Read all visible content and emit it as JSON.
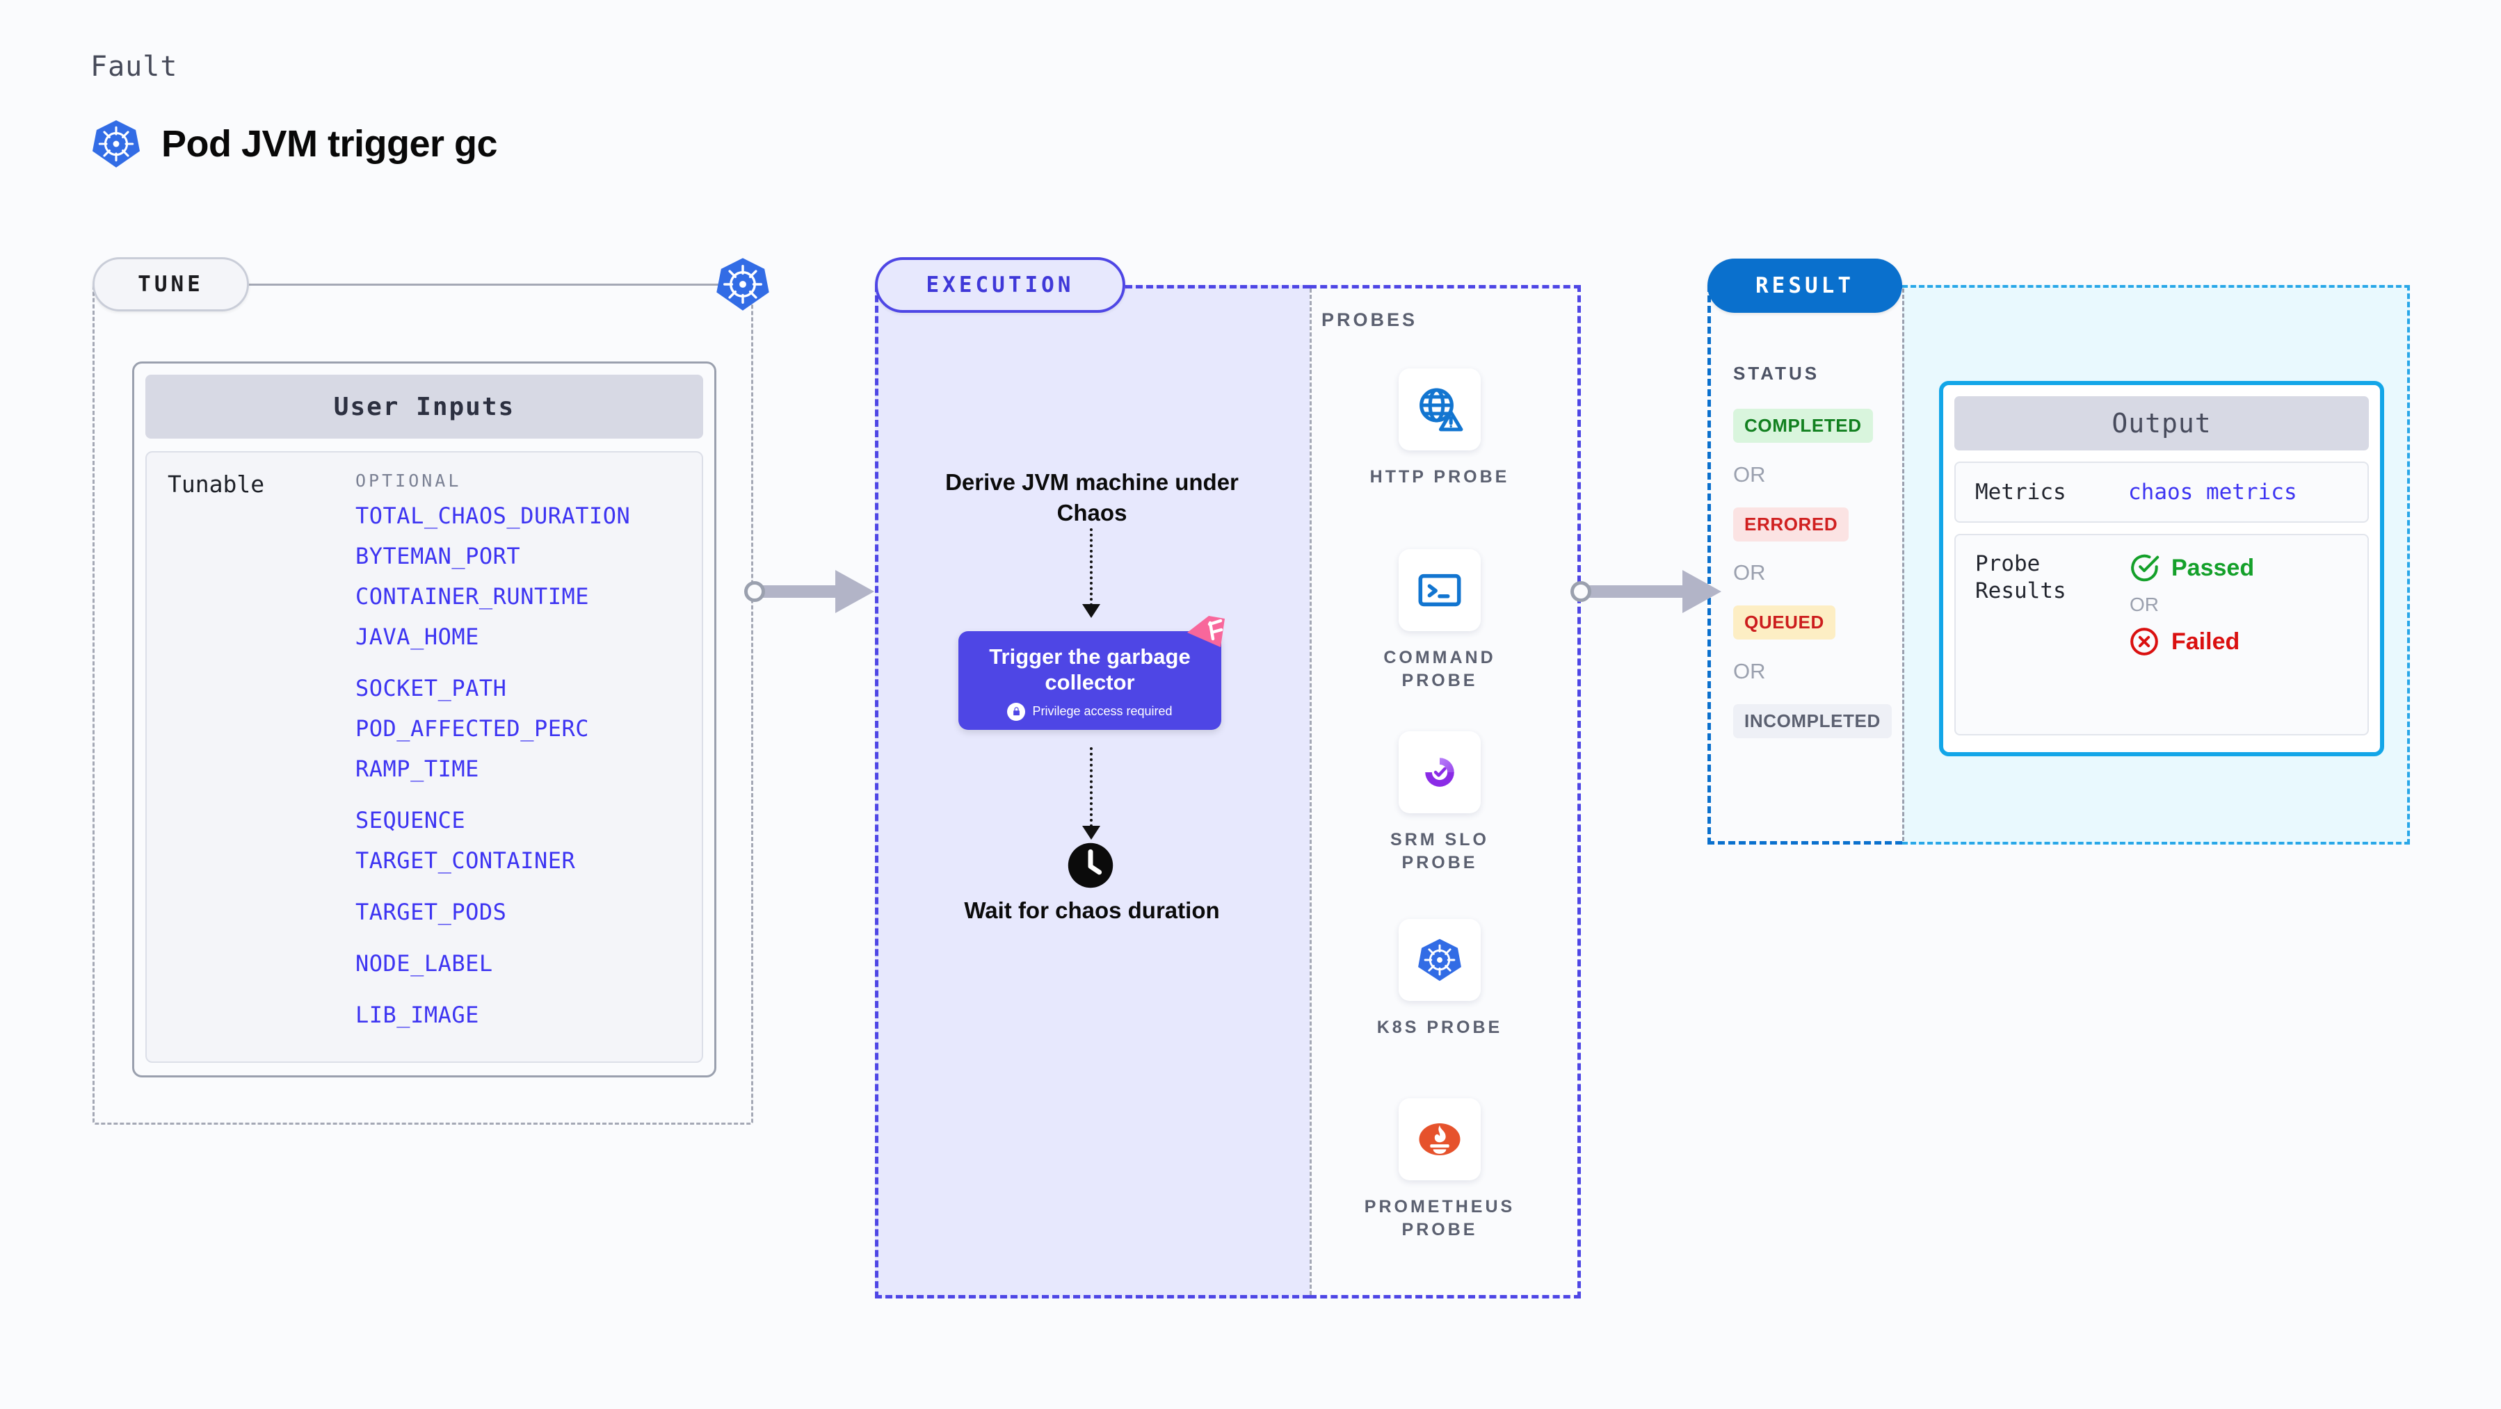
{
  "header": {
    "eyebrow": "Fault",
    "title": "Pod JVM trigger gc",
    "icon": "kubernetes-icon"
  },
  "tune": {
    "pill_label": "TUNE",
    "badge_icon": "kubernetes-icon",
    "card_title": "User Inputs",
    "row_label": "Tunable",
    "group_label": "OPTIONAL",
    "tunables": [
      "TOTAL_CHAOS_DURATION",
      "BYTEMAN_PORT",
      "CONTAINER_RUNTIME",
      "JAVA_HOME",
      "SOCKET_PATH",
      "POD_AFFECTED_PERC",
      "RAMP_TIME",
      "SEQUENCE",
      "TARGET_CONTAINER",
      "TARGET_PODS",
      "NODE_LABEL",
      "LIB_IMAGE"
    ]
  },
  "execution": {
    "pill_label": "EXECUTION",
    "step_1": "Derive JVM machine under Chaos",
    "action_card": {
      "title": "Trigger the garbage collector",
      "note": "Privilege access required",
      "note_icon": "lock-icon",
      "corner_icon": "litmus-logo-icon",
      "color": "#4e46e5"
    },
    "step_2": "Wait for chaos duration",
    "step_2_icon": "clock-icon"
  },
  "probes": {
    "title": "PROBES",
    "items": [
      {
        "name": "HTTP PROBE",
        "icon": "globe-alert-icon"
      },
      {
        "name": "COMMAND PROBE",
        "icon": "terminal-icon"
      },
      {
        "name": "SRM SLO PROBE",
        "icon": "srm-slo-icon"
      },
      {
        "name": "K8S PROBE",
        "icon": "kubernetes-icon"
      },
      {
        "name": "PROMETHEUS PROBE",
        "icon": "prometheus-icon"
      }
    ]
  },
  "result": {
    "pill_label": "RESULT",
    "status_title": "STATUS",
    "or_label": "OR",
    "statuses": [
      {
        "label": "COMPLETED",
        "bg": "#d9f5dd",
        "fg": "#128020"
      },
      {
        "label": "ERRORED",
        "bg": "#fbe3e3",
        "fg": "#d02020"
      },
      {
        "label": "QUEUED",
        "bg": "#fdeec4",
        "fg": "#cc1d1d"
      },
      {
        "label": "INCOMPLETED",
        "bg": "#eef0f6",
        "fg": "#5b6070"
      }
    ]
  },
  "output": {
    "card_title": "Output",
    "metrics_key": "Metrics",
    "metrics_value": "chaos metrics",
    "probe_results_key": "Probe Results",
    "passed_label": "Passed",
    "failed_label": "Failed",
    "or_label": "OR",
    "passed_icon": "check-circle-icon",
    "failed_icon": "x-circle-icon"
  }
}
